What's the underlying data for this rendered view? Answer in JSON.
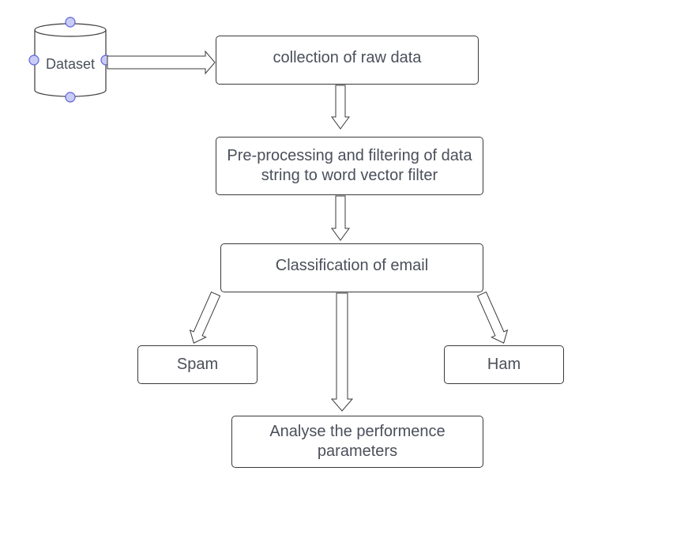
{
  "diagram": {
    "dataset_label": "Dataset",
    "nodes": {
      "collection": "collection of raw data",
      "preprocessing_line1": "Pre-processing and filtering of data",
      "preprocessing_line2": "string to word vector filter",
      "classification": "Classification of email",
      "spam": "Spam",
      "ham": "Ham",
      "analyse_line1": "Analyse the performence",
      "analyse_line2": "parameters"
    },
    "colors": {
      "stroke": "#3a3a3a",
      "text": "#4a4f5a",
      "handle_fill": "#c9ccf5",
      "handle_stroke": "#5d61d6"
    }
  }
}
